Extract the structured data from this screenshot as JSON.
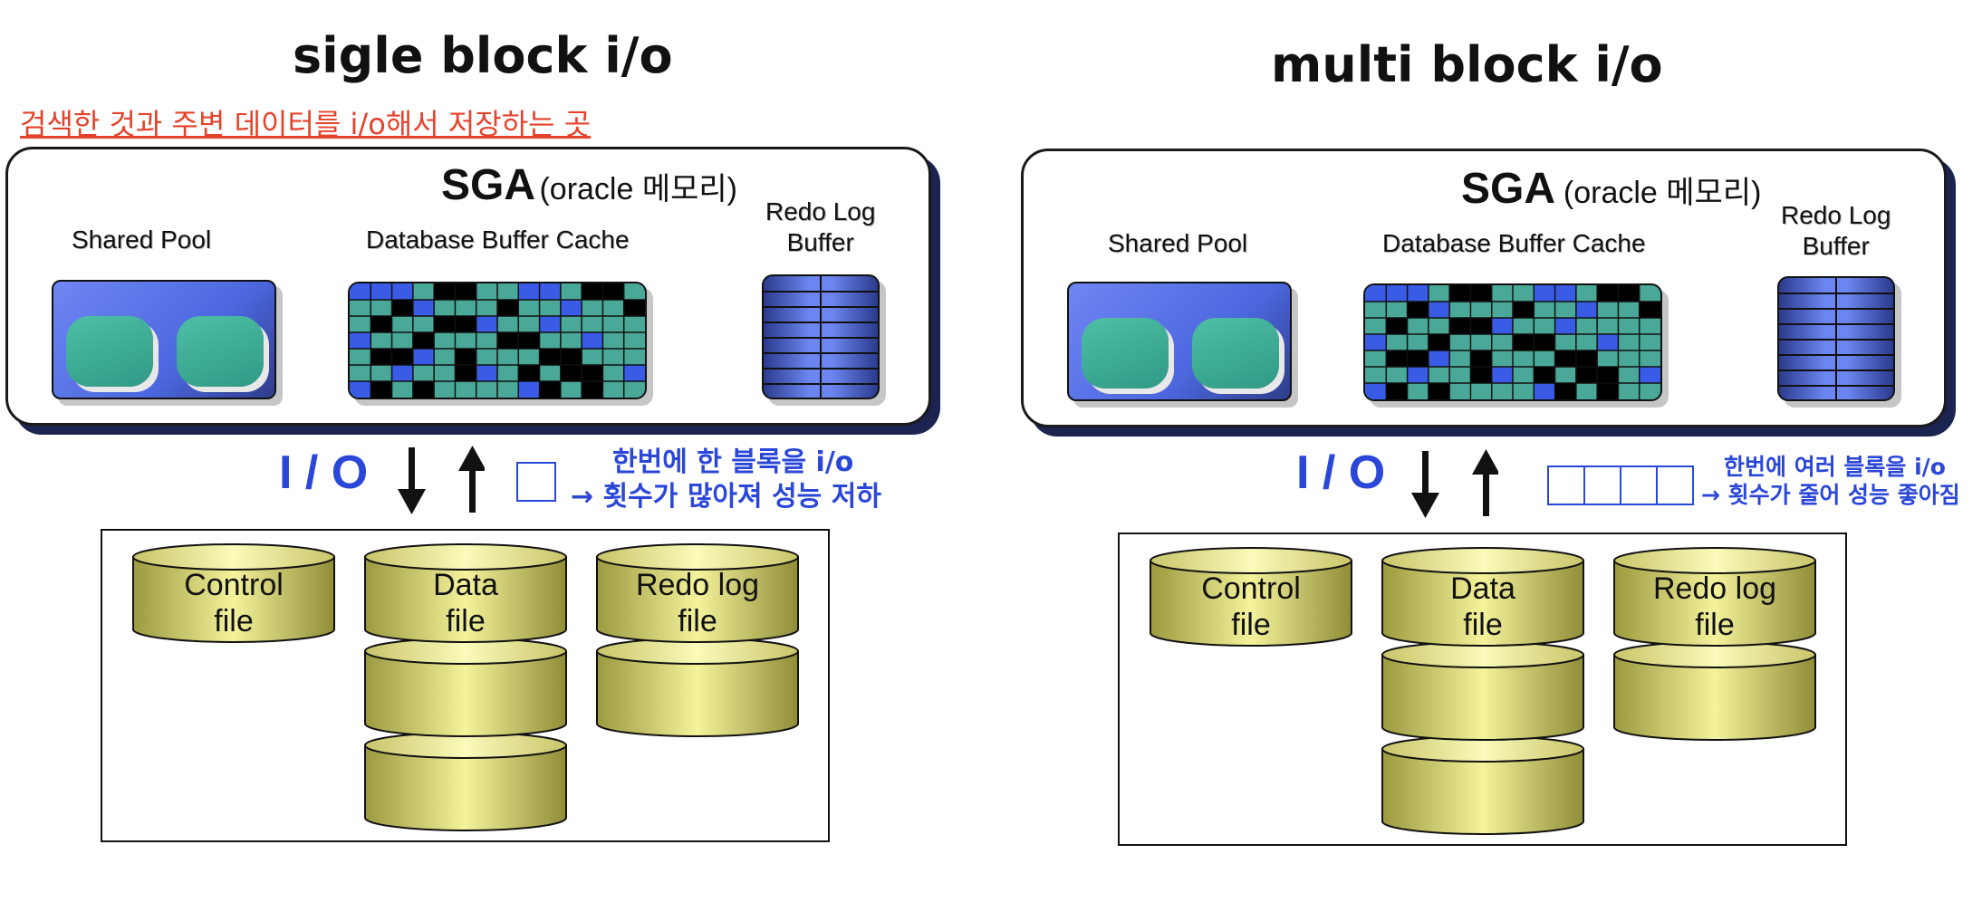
{
  "left": {
    "title": "sigle block i/o",
    "note": "검색한 것과 주변 데이터를 i/o해서 저장하는 곳",
    "sga": {
      "title": "SGA",
      "subtitle": "(oracle 메모리)"
    },
    "shared_pool": "Shared Pool",
    "buffer_cache": "Database Buffer Cache",
    "redo_buffer": [
      "Redo Log",
      "Buffer"
    ],
    "io_label": "I / O",
    "desc": [
      "한번에 한 블록을 i/o",
      "→ 횟수가 많아져 성능 저하"
    ],
    "files": {
      "control": [
        "Control",
        "file"
      ],
      "data": [
        "Data",
        "file"
      ],
      "redo": [
        "Redo log",
        "file"
      ]
    }
  },
  "right": {
    "title": "multi block i/o",
    "sga": {
      "title": "SGA",
      "subtitle": "(oracle 메모리)"
    },
    "shared_pool": "Shared Pool",
    "buffer_cache": "Database Buffer Cache",
    "redo_buffer": [
      "Redo Log",
      "Buffer"
    ],
    "io_label": "I / O",
    "desc": [
      "한번에 여러 블록을 i/o",
      "→ 횟수가 줄어 성능 좋아짐"
    ],
    "files": {
      "control": [
        "Control",
        "file"
      ],
      "data": [
        "Data",
        "file"
      ],
      "redo": [
        "Redo log",
        "file"
      ]
    }
  },
  "colors": {
    "accent_blue": "#2b47d8",
    "note_red": "#e5422b",
    "cache_teal": "#4aa898",
    "cylinder": "#d8d27a"
  },
  "icons": [
    "arrow-down-icon",
    "arrow-up-icon",
    "curved-arrow-icon",
    "database-cylinder-icon",
    "block-square-icon"
  ]
}
